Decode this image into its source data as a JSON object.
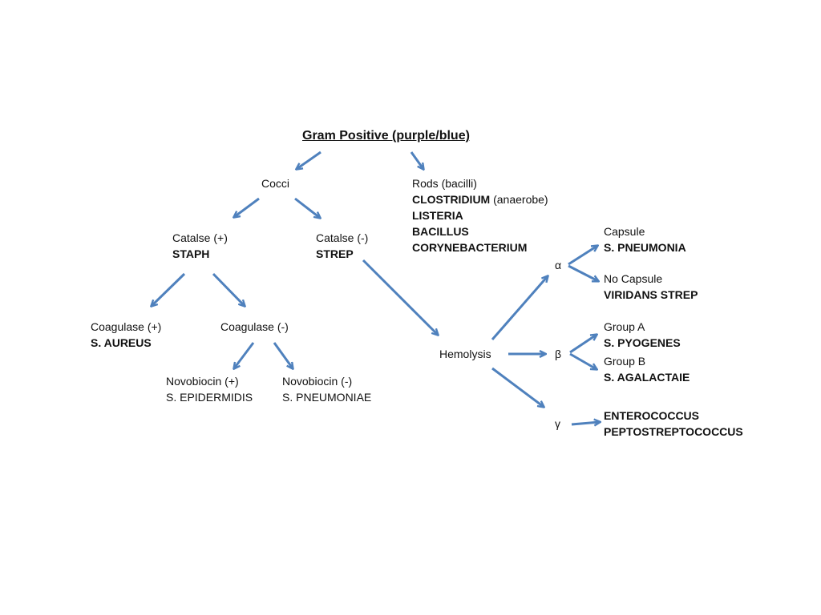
{
  "colors": {
    "arrow": "#4f81bd",
    "text": "#111111",
    "background": "#ffffff"
  },
  "title": "Gram Positive (purple/blue)",
  "cocci": "Cocci",
  "rods": {
    "label": "Rods (bacilli)",
    "clostridium": "CLOSTRIDIUM",
    "clostridium_note": " (anaerobe)",
    "listeria": "LISTERIA",
    "bacillus": "BACILLUS",
    "corynebacterium": "CORYNEBACTERIUM"
  },
  "catalase_pos": {
    "label": "Catalse (+)",
    "result": "STAPH"
  },
  "catalase_neg": {
    "label": "Catalse (-)",
    "result": "STREP"
  },
  "coag_pos": {
    "label": "Coagulase (+)",
    "result": "S. AUREUS"
  },
  "coag_neg": {
    "label": "Coagulase (-)"
  },
  "novo_pos": {
    "label": "Novobiocin (+)",
    "result": "S. EPIDERMIDIS"
  },
  "novo_neg": {
    "label": "Novobiocin (-)",
    "result": "S. PNEUMONIAE"
  },
  "hemolysis": "Hemolysis",
  "alpha": "α",
  "beta": "β",
  "gamma": "γ",
  "capsule": {
    "label": "Capsule",
    "result": "S. PNEUMONIA"
  },
  "no_capsule": {
    "label": "No Capsule",
    "result": "VIRIDANS STREP"
  },
  "group_a": {
    "label": "Group A",
    "result": "S. PYOGENES"
  },
  "group_b": {
    "label": "Group B",
    "result": "S. AGALACTAIE"
  },
  "gamma_results": {
    "line1": "ENTEROCOCCUS",
    "line2": "PEPTOSTREPTOCOCCUS"
  }
}
